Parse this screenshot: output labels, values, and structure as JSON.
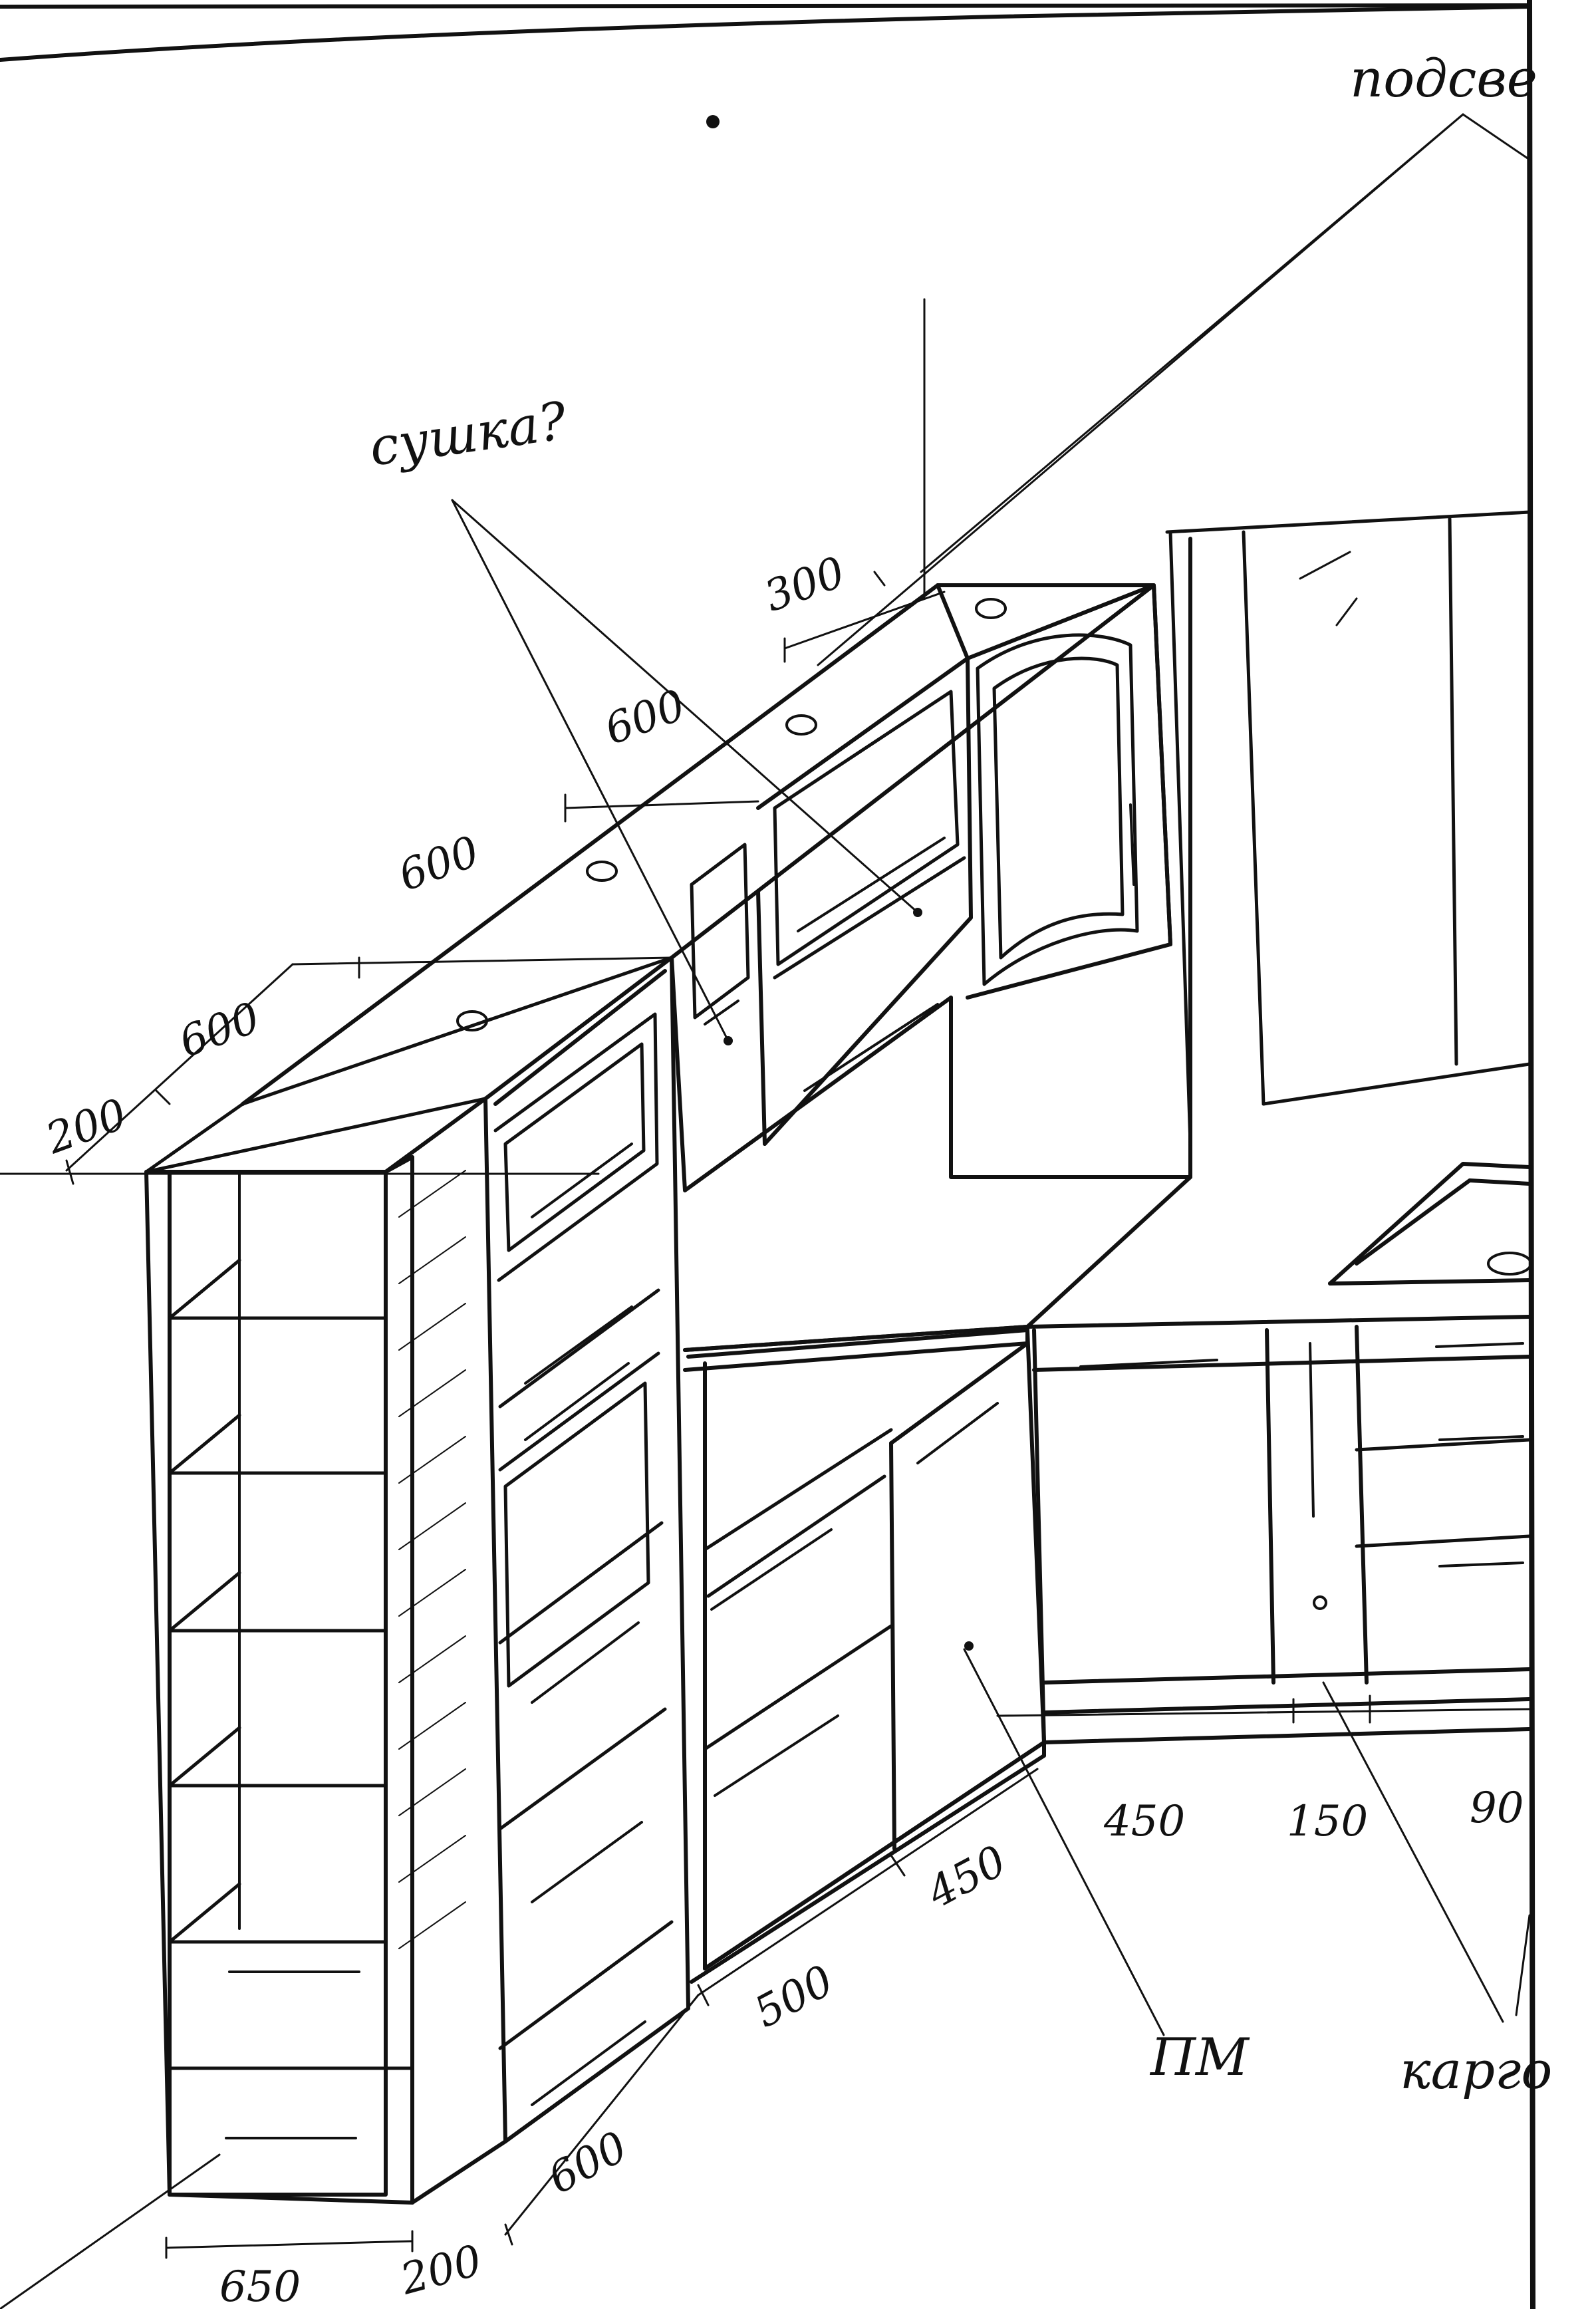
{
  "notes": {
    "podsve": "подсве",
    "sushka": "сушка?",
    "pm": "ПМ",
    "kargo": "карго"
  },
  "dimensions": {
    "d300": "300",
    "d600_wall_a": "600",
    "d600_wall_b": "600",
    "d600_wall_c": "600",
    "d200_top": "200",
    "d450_base_right": "450",
    "d150": "150",
    "d90": "90",
    "d450_base_left": "450",
    "d500": "500",
    "d600_floor": "600",
    "d650": "650",
    "d200_bottom": "200"
  },
  "colors": {
    "ink": "#111111",
    "paper": "#ffffff"
  }
}
